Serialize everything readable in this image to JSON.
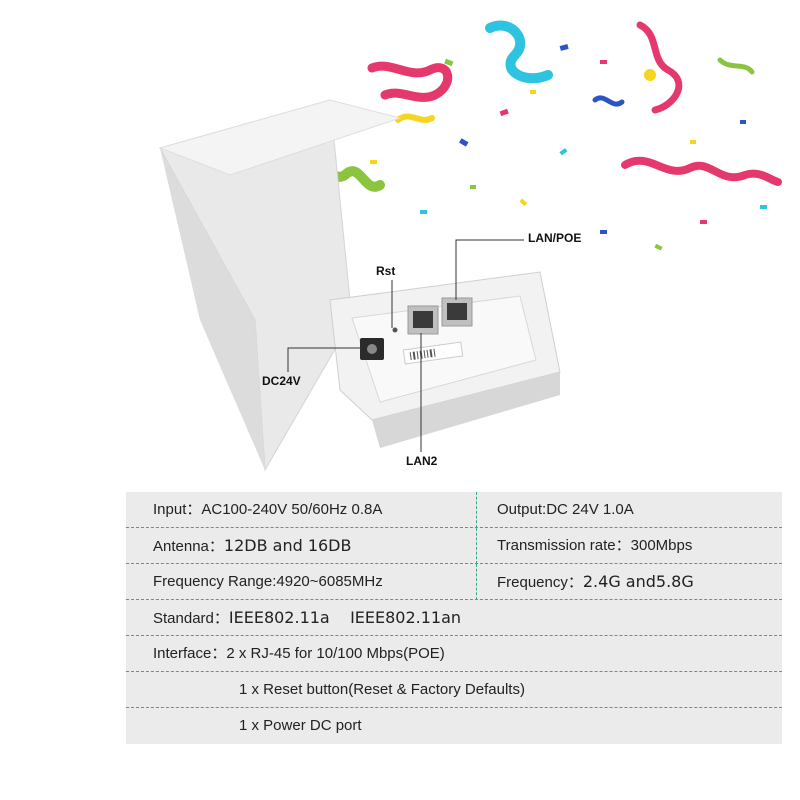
{
  "callouts": {
    "lan_poe": "LAN/POE",
    "rst": "Rst",
    "dc24v": "DC24V",
    "lan2": "LAN2"
  },
  "colors": {
    "table_bg": "#ebebeb",
    "divider": "#3aa88c",
    "confetti_pink": "#e5396e",
    "confetti_cyan": "#2ec3e0",
    "confetti_yellow": "#f3d61d",
    "confetti_green": "#8bc53f",
    "confetti_blue": "#2b55c4"
  },
  "specs": {
    "rows": [
      {
        "left_label": "Input：",
        "left_value": "AC100-240V  50/60Hz  0.8A",
        "right_label": "Output:",
        "right_value": "DC 24V  1.0A"
      },
      {
        "left_label": "Antenna：",
        "left_value": "12DB and 16DB",
        "right_label": "Transmission rate：",
        "right_value": "300Mbps"
      },
      {
        "left_label": "Frequency Range:",
        "left_value": "4920~6085MHz",
        "right_label": "Frequency：",
        "right_value": "2.4G and5.8G"
      },
      {
        "left_label": "Standard：",
        "left_value": "IEEE802.11a    IEEE802.11an"
      },
      {
        "left_label": "Interface：",
        "left_value": "2 x RJ-45 for 10/100 Mbps(POE)"
      },
      {
        "left_value": "1 x Reset button(Reset & Factory Defaults)"
      },
      {
        "left_value": "1 x Power DC port"
      }
    ]
  }
}
